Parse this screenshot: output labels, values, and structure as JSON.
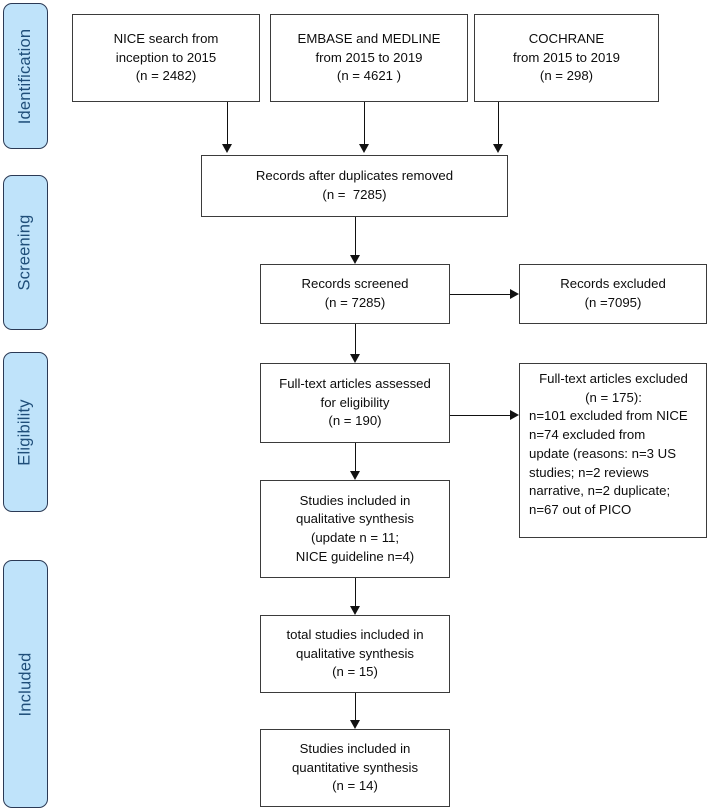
{
  "diagram": {
    "title": "PRISMA study selection flow diagram",
    "colors": {
      "stage_fill": "#bfe3fa",
      "stage_border": "#2b3a55",
      "stage_text": "#1f4e79",
      "box_border": "#3b3b3b",
      "connector": "#111111",
      "background": "#ffffff"
    }
  },
  "stages": [
    {
      "id": "identification",
      "label": "Identification"
    },
    {
      "id": "screening",
      "label": "Screening"
    },
    {
      "id": "eligibility",
      "label": "Eligibility"
    },
    {
      "id": "included",
      "label": "Included"
    }
  ],
  "sources": [
    {
      "id": "nice-search",
      "lines": [
        "NICE search from",
        "inception to 2015",
        "(n = 2482)"
      ],
      "n": 2482
    },
    {
      "id": "embase-medline",
      "lines": [
        "EMBASE and MEDLINE",
        "from 2015 to 2019",
        "(n = 4621 )"
      ],
      "n": 4621
    },
    {
      "id": "cochrane",
      "lines": [
        "COCHRANE",
        "from 2015 to 2019",
        "(n = 298)"
      ],
      "n": 298
    }
  ],
  "flow": {
    "duplicates_removed": {
      "lines": [
        "Records after duplicates removed",
        "(n =  7285)"
      ],
      "n": 7285
    },
    "records_screened": {
      "lines": [
        "Records screened",
        "(n = 7285)"
      ],
      "n": 7285
    },
    "records_excluded": {
      "lines": [
        "Records excluded",
        "(n =7095)"
      ],
      "n": 7095
    },
    "fulltext_assessed": {
      "lines": [
        "Full-text articles assessed",
        "for eligibility",
        "(n = 190)"
      ],
      "n": 190
    },
    "fulltext_excluded": {
      "centered_lines": [
        "Full-text articles excluded",
        "(n = 175):"
      ],
      "reason_lines": [
        "n=101 excluded from NICE",
        "n=74 excluded from",
        "update (reasons: n=3 US",
        "studies; n=2 reviews",
        "narrative, n=2 duplicate;",
        "n=67 out of PICO"
      ],
      "n": 175
    },
    "qualitative_synthesis": {
      "lines": [
        "Studies included in",
        "qualitative synthesis",
        "(update n = 11;",
        "NICE guideline n=4)"
      ],
      "update_n": 11,
      "nice_guideline_n": 4
    },
    "total_qualitative": {
      "lines": [
        "total studies included in",
        "qualitative synthesis",
        "(n = 15)"
      ],
      "n": 15
    },
    "quantitative_synthesis": {
      "lines": [
        "Studies included in",
        "quantitative synthesis",
        "(n = 14)"
      ],
      "n": 14
    }
  }
}
